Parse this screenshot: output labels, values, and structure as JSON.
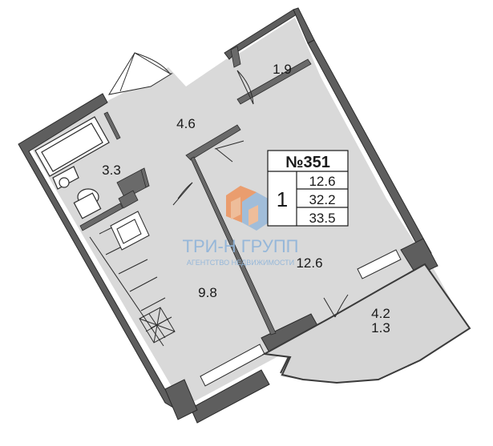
{
  "plan": {
    "apartment_number": "№351",
    "rooms_count": "1",
    "area_living": "12.6",
    "area_total": "32.2",
    "area_total_with_balcony": "33.5"
  },
  "rooms": {
    "storage": "1.9",
    "hall": "4.6",
    "bathroom": "3.3",
    "kitchen": "9.8",
    "bedroom": "12.6",
    "balcony_full": "4.2",
    "balcony_reduced": "1.3"
  },
  "watermark": {
    "company": "ТРИ-Н ГРУПП",
    "subtitle": "АГЕНТСТВО НЕДВИЖИМОСТИ"
  },
  "colors": {
    "floor": "#d8d8d8",
    "wall": "#5f5f5f",
    "wall_edge": "#2b2b2b",
    "watermark_orange": "#f08a4b",
    "watermark_blue": "#8fb4d9"
  }
}
